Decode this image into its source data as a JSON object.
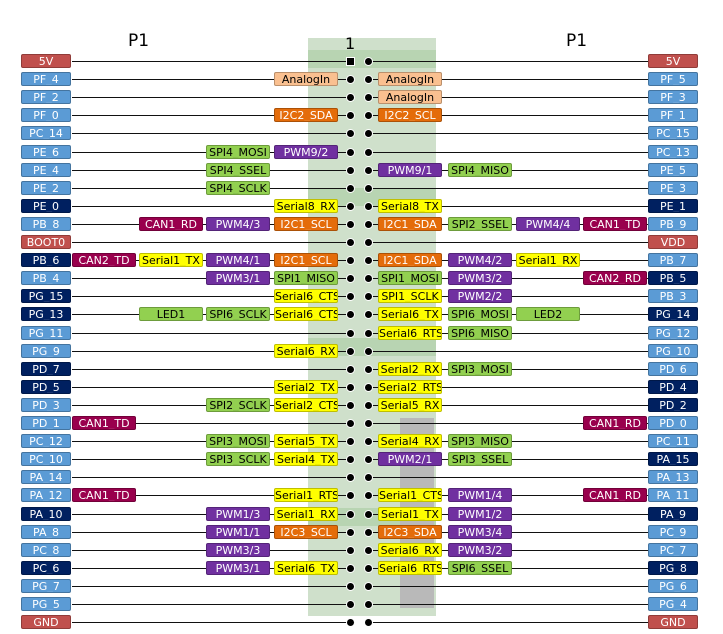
{
  "header": {
    "left_title": "P1",
    "right_title": "P1",
    "pin_one_marker": "1"
  },
  "colors": {
    "power": "#c0504d",
    "gpio_light": "#5b9bd5",
    "gpio_dark": "#002060",
    "analog": "#fac090",
    "i2c": "#e46c0a",
    "pwm": "#7030a0",
    "spi": "#92d050",
    "serial": "#ffff00",
    "can": "#99004d",
    "led": "#92d050"
  },
  "rows": [
    {
      "left_pin": "5V",
      "left_style": "power",
      "left_funcs": [],
      "right_pin": "5V",
      "right_style": "power",
      "right_funcs": []
    },
    {
      "left_pin": "PF_4",
      "left_style": "gpio_light",
      "left_funcs": [
        {
          "text": "AnalogIn",
          "type": "analog"
        }
      ],
      "right_pin": "PF_5",
      "right_style": "gpio_light",
      "right_funcs": [
        {
          "text": "AnalogIn",
          "type": "analog"
        }
      ]
    },
    {
      "left_pin": "PF_2",
      "left_style": "gpio_light",
      "left_funcs": [],
      "right_pin": "PF_3",
      "right_style": "gpio_light",
      "right_funcs": [
        {
          "text": "AnalogIn",
          "type": "analog"
        }
      ]
    },
    {
      "left_pin": "PF_0",
      "left_style": "gpio_light",
      "left_funcs": [
        {
          "text": "I2C2_SDA",
          "type": "i2c"
        }
      ],
      "right_pin": "PF_1",
      "right_style": "gpio_light",
      "right_funcs": [
        {
          "text": "I2C2_SCL",
          "type": "i2c"
        }
      ]
    },
    {
      "left_pin": "PC_14",
      "left_style": "gpio_light",
      "left_funcs": [],
      "right_pin": "PC_15",
      "right_style": "gpio_light",
      "right_funcs": []
    },
    {
      "left_pin": "PE_6",
      "left_style": "gpio_light",
      "left_funcs": [
        {
          "text": "PWM9/2",
          "type": "pwm"
        },
        {
          "text": "SPI4_MOSI",
          "type": "spi"
        }
      ],
      "right_pin": "PC_13",
      "right_style": "gpio_light",
      "right_funcs": []
    },
    {
      "left_pin": "PE_4",
      "left_style": "gpio_light",
      "left_funcs": [
        {
          "text": "",
          "type": "none"
        },
        {
          "text": "SPI4_SSEL",
          "type": "spi"
        }
      ],
      "right_pin": "PE_5",
      "right_style": "gpio_light",
      "right_funcs": [
        {
          "text": "PWM9/1",
          "type": "pwm"
        },
        {
          "text": "SPI4_MISO",
          "type": "spi"
        }
      ]
    },
    {
      "left_pin": "PE_2",
      "left_style": "gpio_light",
      "left_funcs": [
        {
          "text": "",
          "type": "none"
        },
        {
          "text": "SPI4_SCLK",
          "type": "spi"
        }
      ],
      "right_pin": "PE_3",
      "right_style": "gpio_light",
      "right_funcs": []
    },
    {
      "left_pin": "PE_0",
      "left_style": "gpio_dark",
      "left_funcs": [
        {
          "text": "Serial8_RX",
          "type": "serial"
        }
      ],
      "right_pin": "PE_1",
      "right_style": "gpio_dark",
      "right_funcs": [
        {
          "text": "Serial8_TX",
          "type": "serial"
        }
      ]
    },
    {
      "left_pin": "PB_8",
      "left_style": "gpio_light",
      "left_funcs": [
        {
          "text": "I2C1_SCL",
          "type": "i2c"
        },
        {
          "text": "PWM4/3",
          "type": "pwm"
        },
        {
          "text": "CAN1_RD",
          "type": "can"
        }
      ],
      "right_pin": "PB_9",
      "right_style": "gpio_light",
      "right_funcs": [
        {
          "text": "I2C1_SDA",
          "type": "i2c"
        },
        {
          "text": "SPI2_SSEL",
          "type": "spi"
        },
        {
          "text": "PWM4/4",
          "type": "pwm"
        },
        {
          "text": "CAN1_TD",
          "type": "can"
        }
      ]
    },
    {
      "left_pin": "BOOT0",
      "left_style": "power",
      "left_funcs": [],
      "right_pin": "VDD",
      "right_style": "power",
      "right_funcs": []
    },
    {
      "left_pin": "PB_6",
      "left_style": "gpio_dark",
      "left_funcs": [
        {
          "text": "I2C1_SCL",
          "type": "i2c"
        },
        {
          "text": "PWM4/1",
          "type": "pwm"
        },
        {
          "text": "Serial1_TX",
          "type": "serial"
        },
        {
          "text": "CAN2_TD",
          "type": "can"
        }
      ],
      "right_pin": "PB_7",
      "right_style": "gpio_light",
      "right_funcs": [
        {
          "text": "I2C1_SDA",
          "type": "i2c"
        },
        {
          "text": "PWM4/2",
          "type": "pwm"
        },
        {
          "text": "Serial1_RX",
          "type": "serial"
        }
      ]
    },
    {
      "left_pin": "PB_4",
      "left_style": "gpio_light",
      "left_funcs": [
        {
          "text": "SPI1_MISO",
          "type": "spi"
        },
        {
          "text": "PWM3/1",
          "type": "pwm"
        }
      ],
      "right_pin": "PB_5",
      "right_style": "gpio_dark",
      "right_funcs": [
        {
          "text": "SPI1_MOSI",
          "type": "spi"
        },
        {
          "text": "PWM3/2",
          "type": "pwm"
        },
        {
          "text": "",
          "type": "none"
        },
        {
          "text": "CAN2_RD",
          "type": "can"
        }
      ]
    },
    {
      "left_pin": "PG_15",
      "left_style": "gpio_dark",
      "left_funcs": [
        {
          "text": "Serial6_CTS",
          "type": "serial"
        }
      ],
      "right_pin": "PB_3",
      "right_style": "gpio_light",
      "right_funcs": [
        {
          "text": "SPI1_SCLK",
          "type": "serial"
        },
        {
          "text": "PWM2/2",
          "type": "pwm"
        }
      ]
    },
    {
      "left_pin": "PG_13",
      "left_style": "gpio_dark",
      "left_funcs": [
        {
          "text": "Serial6_CTS",
          "type": "serial"
        },
        {
          "text": "SPI6_SCLK",
          "type": "spi"
        },
        {
          "text": "LED1",
          "type": "led"
        }
      ],
      "right_pin": "PG_14",
      "right_style": "gpio_dark",
      "right_funcs": [
        {
          "text": "Serial6_TX",
          "type": "serial"
        },
        {
          "text": "SPI6_MOSI",
          "type": "spi"
        },
        {
          "text": "LED2",
          "type": "led"
        }
      ]
    },
    {
      "left_pin": "PG_11",
      "left_style": "gpio_light",
      "left_funcs": [],
      "right_pin": "PG_12",
      "right_style": "gpio_light",
      "right_funcs": [
        {
          "text": "Serial6_RTS",
          "type": "serial"
        },
        {
          "text": "SPI6_MISO",
          "type": "spi"
        }
      ]
    },
    {
      "left_pin": "PG_9",
      "left_style": "gpio_light",
      "left_funcs": [
        {
          "text": "Serial6_RX",
          "type": "serial"
        }
      ],
      "right_pin": "PG_10",
      "right_style": "gpio_light",
      "right_funcs": []
    },
    {
      "left_pin": "PD_7",
      "left_style": "gpio_dark",
      "left_funcs": [],
      "right_pin": "PD_6",
      "right_style": "gpio_light",
      "right_funcs": [
        {
          "text": "Serial2_RX",
          "type": "serial"
        },
        {
          "text": "SPI3_MOSI",
          "type": "spi"
        }
      ]
    },
    {
      "left_pin": "PD_5",
      "left_style": "gpio_dark",
      "left_funcs": [
        {
          "text": "Serial2_TX",
          "type": "serial"
        }
      ],
      "right_pin": "PD_4",
      "right_style": "gpio_dark",
      "right_funcs": [
        {
          "text": "Serial2_RTS",
          "type": "serial"
        }
      ]
    },
    {
      "left_pin": "PD_3",
      "left_style": "gpio_light",
      "left_funcs": [
        {
          "text": "Serial2_CTS",
          "type": "serial"
        },
        {
          "text": "SPI2_SCLK",
          "type": "spi"
        }
      ],
      "right_pin": "PD_2",
      "right_style": "gpio_dark",
      "right_funcs": [
        {
          "text": "Serial5_RX",
          "type": "serial"
        }
      ]
    },
    {
      "left_pin": "PD_1",
      "left_style": "gpio_light",
      "left_funcs": [
        {
          "text": "",
          "type": "none"
        },
        {
          "text": "",
          "type": "none"
        },
        {
          "text": "",
          "type": "none"
        },
        {
          "text": "CAN1_TD",
          "type": "can"
        }
      ],
      "right_pin": "PD_0",
      "right_style": "gpio_light",
      "right_funcs": [
        {
          "text": "",
          "type": "none"
        },
        {
          "text": "",
          "type": "none"
        },
        {
          "text": "",
          "type": "none"
        },
        {
          "text": "CAN1_RD",
          "type": "can"
        }
      ]
    },
    {
      "left_pin": "PC_12",
      "left_style": "gpio_light",
      "left_funcs": [
        {
          "text": "Serial5_TX",
          "type": "serial"
        },
        {
          "text": "SPI3_MOSI",
          "type": "spi"
        }
      ],
      "right_pin": "PC_11",
      "right_style": "gpio_light",
      "right_funcs": [
        {
          "text": "Serial4_RX",
          "type": "serial"
        },
        {
          "text": "SPI3_MISO",
          "type": "spi"
        }
      ]
    },
    {
      "left_pin": "PC_10",
      "left_style": "gpio_light",
      "left_funcs": [
        {
          "text": "Serial4_TX",
          "type": "serial"
        },
        {
          "text": "SPI3_SCLK",
          "type": "spi"
        }
      ],
      "right_pin": "PA_15",
      "right_style": "gpio_dark",
      "right_funcs": [
        {
          "text": "PWM2/1",
          "type": "pwm"
        },
        {
          "text": "SPI3_SSEL",
          "type": "spi"
        }
      ]
    },
    {
      "left_pin": "PA_14",
      "left_style": "gpio_light",
      "left_funcs": [],
      "right_pin": "PA_13",
      "right_style": "gpio_light",
      "right_funcs": []
    },
    {
      "left_pin": "PA_12",
      "left_style": "gpio_light",
      "left_funcs": [
        {
          "text": "Serial1_RTS",
          "type": "serial"
        },
        {
          "text": "",
          "type": "none"
        },
        {
          "text": "",
          "type": "none"
        },
        {
          "text": "CAN1_TD",
          "type": "can"
        }
      ],
      "right_pin": "PA_11",
      "right_style": "gpio_light",
      "right_funcs": [
        {
          "text": "Serial1_CTS",
          "type": "serial"
        },
        {
          "text": "PWM1/4",
          "type": "pwm"
        },
        {
          "text": "",
          "type": "none"
        },
        {
          "text": "CAN1_RD",
          "type": "can"
        }
      ]
    },
    {
      "left_pin": "PA_10",
      "left_style": "gpio_dark",
      "left_funcs": [
        {
          "text": "Serial1_RX",
          "type": "serial"
        },
        {
          "text": "PWM1/3",
          "type": "pwm"
        }
      ],
      "right_pin": "PA_9",
      "right_style": "gpio_dark",
      "right_funcs": [
        {
          "text": "Serial1_TX",
          "type": "serial"
        },
        {
          "text": "PWM1/2",
          "type": "pwm"
        }
      ]
    },
    {
      "left_pin": "PA_8",
      "left_style": "gpio_light",
      "left_funcs": [
        {
          "text": "I2C3_SCL",
          "type": "i2c"
        },
        {
          "text": "PWM1/1",
          "type": "pwm"
        }
      ],
      "right_pin": "PC_9",
      "right_style": "gpio_light",
      "right_funcs": [
        {
          "text": "I2C3_SDA",
          "type": "i2c"
        },
        {
          "text": "PWM3/4",
          "type": "pwm"
        }
      ]
    },
    {
      "left_pin": "PC_8",
      "left_style": "gpio_light",
      "left_funcs": [
        {
          "text": "",
          "type": "none"
        },
        {
          "text": "PWM3/3",
          "type": "pwm"
        }
      ],
      "right_pin": "PC_7",
      "right_style": "gpio_light",
      "right_funcs": [
        {
          "text": "Serial6_RX",
          "type": "serial"
        },
        {
          "text": "PWM3/2",
          "type": "pwm"
        }
      ]
    },
    {
      "left_pin": "PC_6",
      "left_style": "gpio_dark",
      "left_funcs": [
        {
          "text": "Serial6_TX",
          "type": "serial"
        },
        {
          "text": "PWM3/1",
          "type": "pwm"
        }
      ],
      "right_pin": "PG_8",
      "right_style": "gpio_dark",
      "right_funcs": [
        {
          "text": "Serial6_RTS",
          "type": "serial"
        },
        {
          "text": "SPI6_SSEL",
          "type": "spi"
        }
      ]
    },
    {
      "left_pin": "PG_7",
      "left_style": "gpio_light",
      "left_funcs": [],
      "right_pin": "PG_6",
      "right_style": "gpio_light",
      "right_funcs": []
    },
    {
      "left_pin": "PG_5",
      "left_style": "gpio_light",
      "left_funcs": [],
      "right_pin": "PG_4",
      "right_style": "gpio_light",
      "right_funcs": []
    },
    {
      "left_pin": "GND",
      "left_style": "power",
      "left_funcs": [],
      "right_pin": "GND",
      "right_style": "power",
      "right_funcs": []
    }
  ]
}
